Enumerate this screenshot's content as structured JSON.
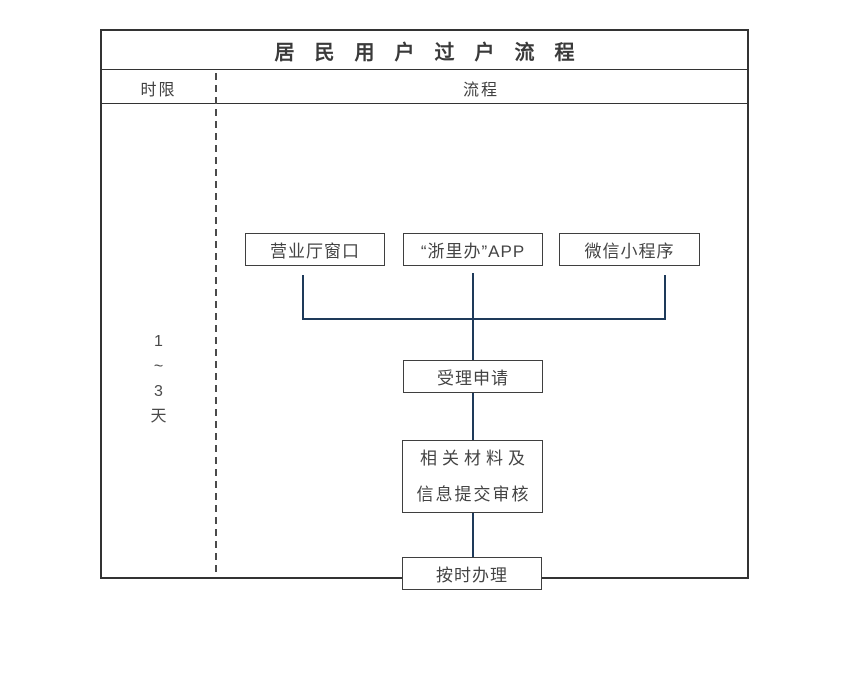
{
  "title": "居民用户过户流程",
  "header": {
    "time_limit_label": "时限",
    "process_label": "流程"
  },
  "time_limit": [
    "1",
    "~",
    "3",
    "天"
  ],
  "flow": {
    "channels": [
      "营业厅窗口",
      "“浙里办”APP",
      "微信小程序"
    ],
    "steps": {
      "accept": "受理申请",
      "materials_line1": "相关材料及",
      "materials_line2": "信息提交审核",
      "handle": "按时办理"
    }
  },
  "colors": {
    "frame_border": "#333333",
    "node_border": "#3f3f3f",
    "text": "#404040",
    "connector": "#1e3a5a",
    "dashed_divider": "#4a4a4a",
    "background": "#ffffff"
  }
}
